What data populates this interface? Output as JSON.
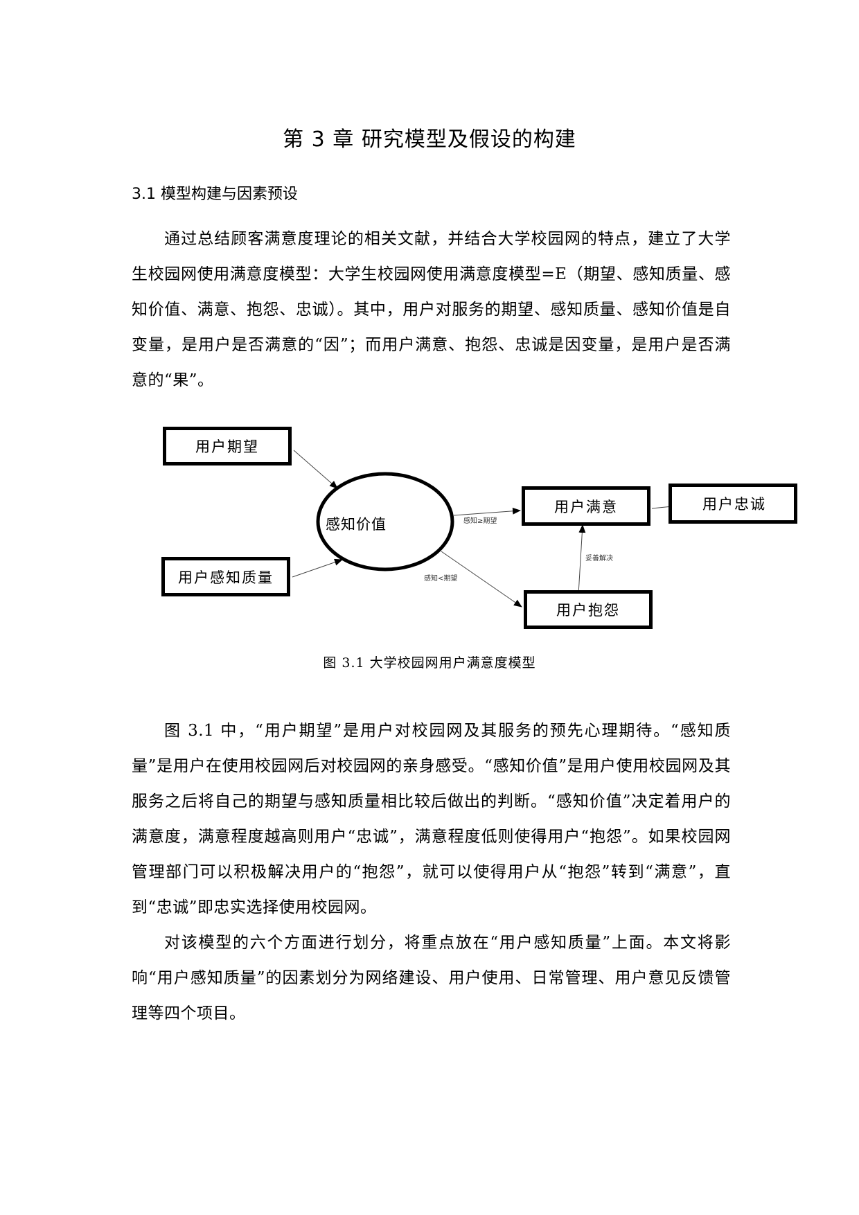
{
  "chapter": {
    "title": "第 3 章  研究模型及假设的构建"
  },
  "section": {
    "title": "3.1 模型构建与因素预设"
  },
  "paragraphs": [
    "通过总结顾客满意度理论的相关文献，并结合大学校园网的特点，建立了大学生校园网使用满意度模型：大学生校园网使用满意度模型=E（期望、感知质量、感知价值、满意、抱怨、忠诚）。其中，用户对服务的期望、感知质量、感知价值是自变量，是用户是否满意的“因”；而用户满意、抱怨、忠诚是因变量，是用户是否满意的“果”。",
    "图 3.1 中，“用户期望”是用户对校园网及其服务的预先心理期待。“感知质量”是用户在使用校园网后对校园网的亲身感受。“感知价值”是用户使用校园网及其服务之后将自己的期望与感知质量相比较后做出的判断。“感知价值”决定着用户的满意度，满意程度越高则用户“忠诚”，满意程度低则使得用户“抱怨”。如果校园网管理部门可以积极解决用户的“抱怨”，就可以使得用户从“抱怨”转到“满意”，直到“忠诚”即忠实选择使用校园网。",
    "对该模型的六个方面进行划分，将重点放在“用户感知质量”上面。本文将影响“用户感知质量”的因素划分为网络建设、用户使用、日常管理、用户意见反馈管理等四个项目。"
  ],
  "diagram": {
    "nodes": {
      "expectation": "用户期望",
      "perceived_quality": "用户感知质量",
      "perceived_value": "感知价值",
      "satisfaction": "用户满意",
      "loyalty": "用户忠诚",
      "complaint": "用户抱怨"
    },
    "edge_labels": {
      "value_to_satisfaction": "感知≥期望",
      "value_to_complaint": "感知<期望",
      "complaint_to_satisfaction": "妥善解决"
    }
  },
  "figure": {
    "caption": "图 3.1  大学校园网用户满意度模型"
  }
}
